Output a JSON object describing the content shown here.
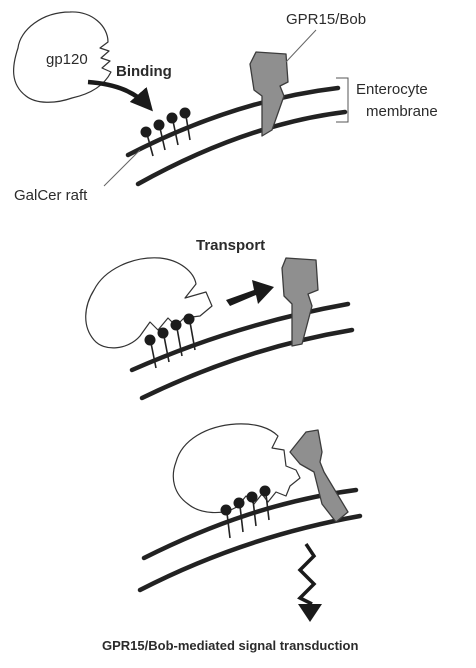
{
  "labels": {
    "gp120": "gp120",
    "receptor": "GPR15/Bob",
    "membrane_line1": "Enterocyte",
    "membrane_line2": "membrane",
    "raft": "GalCer raft",
    "step1": "Binding",
    "step2": "Transport",
    "caption": "GPR15/Bob-mediated signal transduction"
  },
  "colors": {
    "membrane": "#222222",
    "receptor": "#8f8f8f",
    "lipid_head": "#1c1c1c",
    "arrow": "#1a1a1a"
  }
}
